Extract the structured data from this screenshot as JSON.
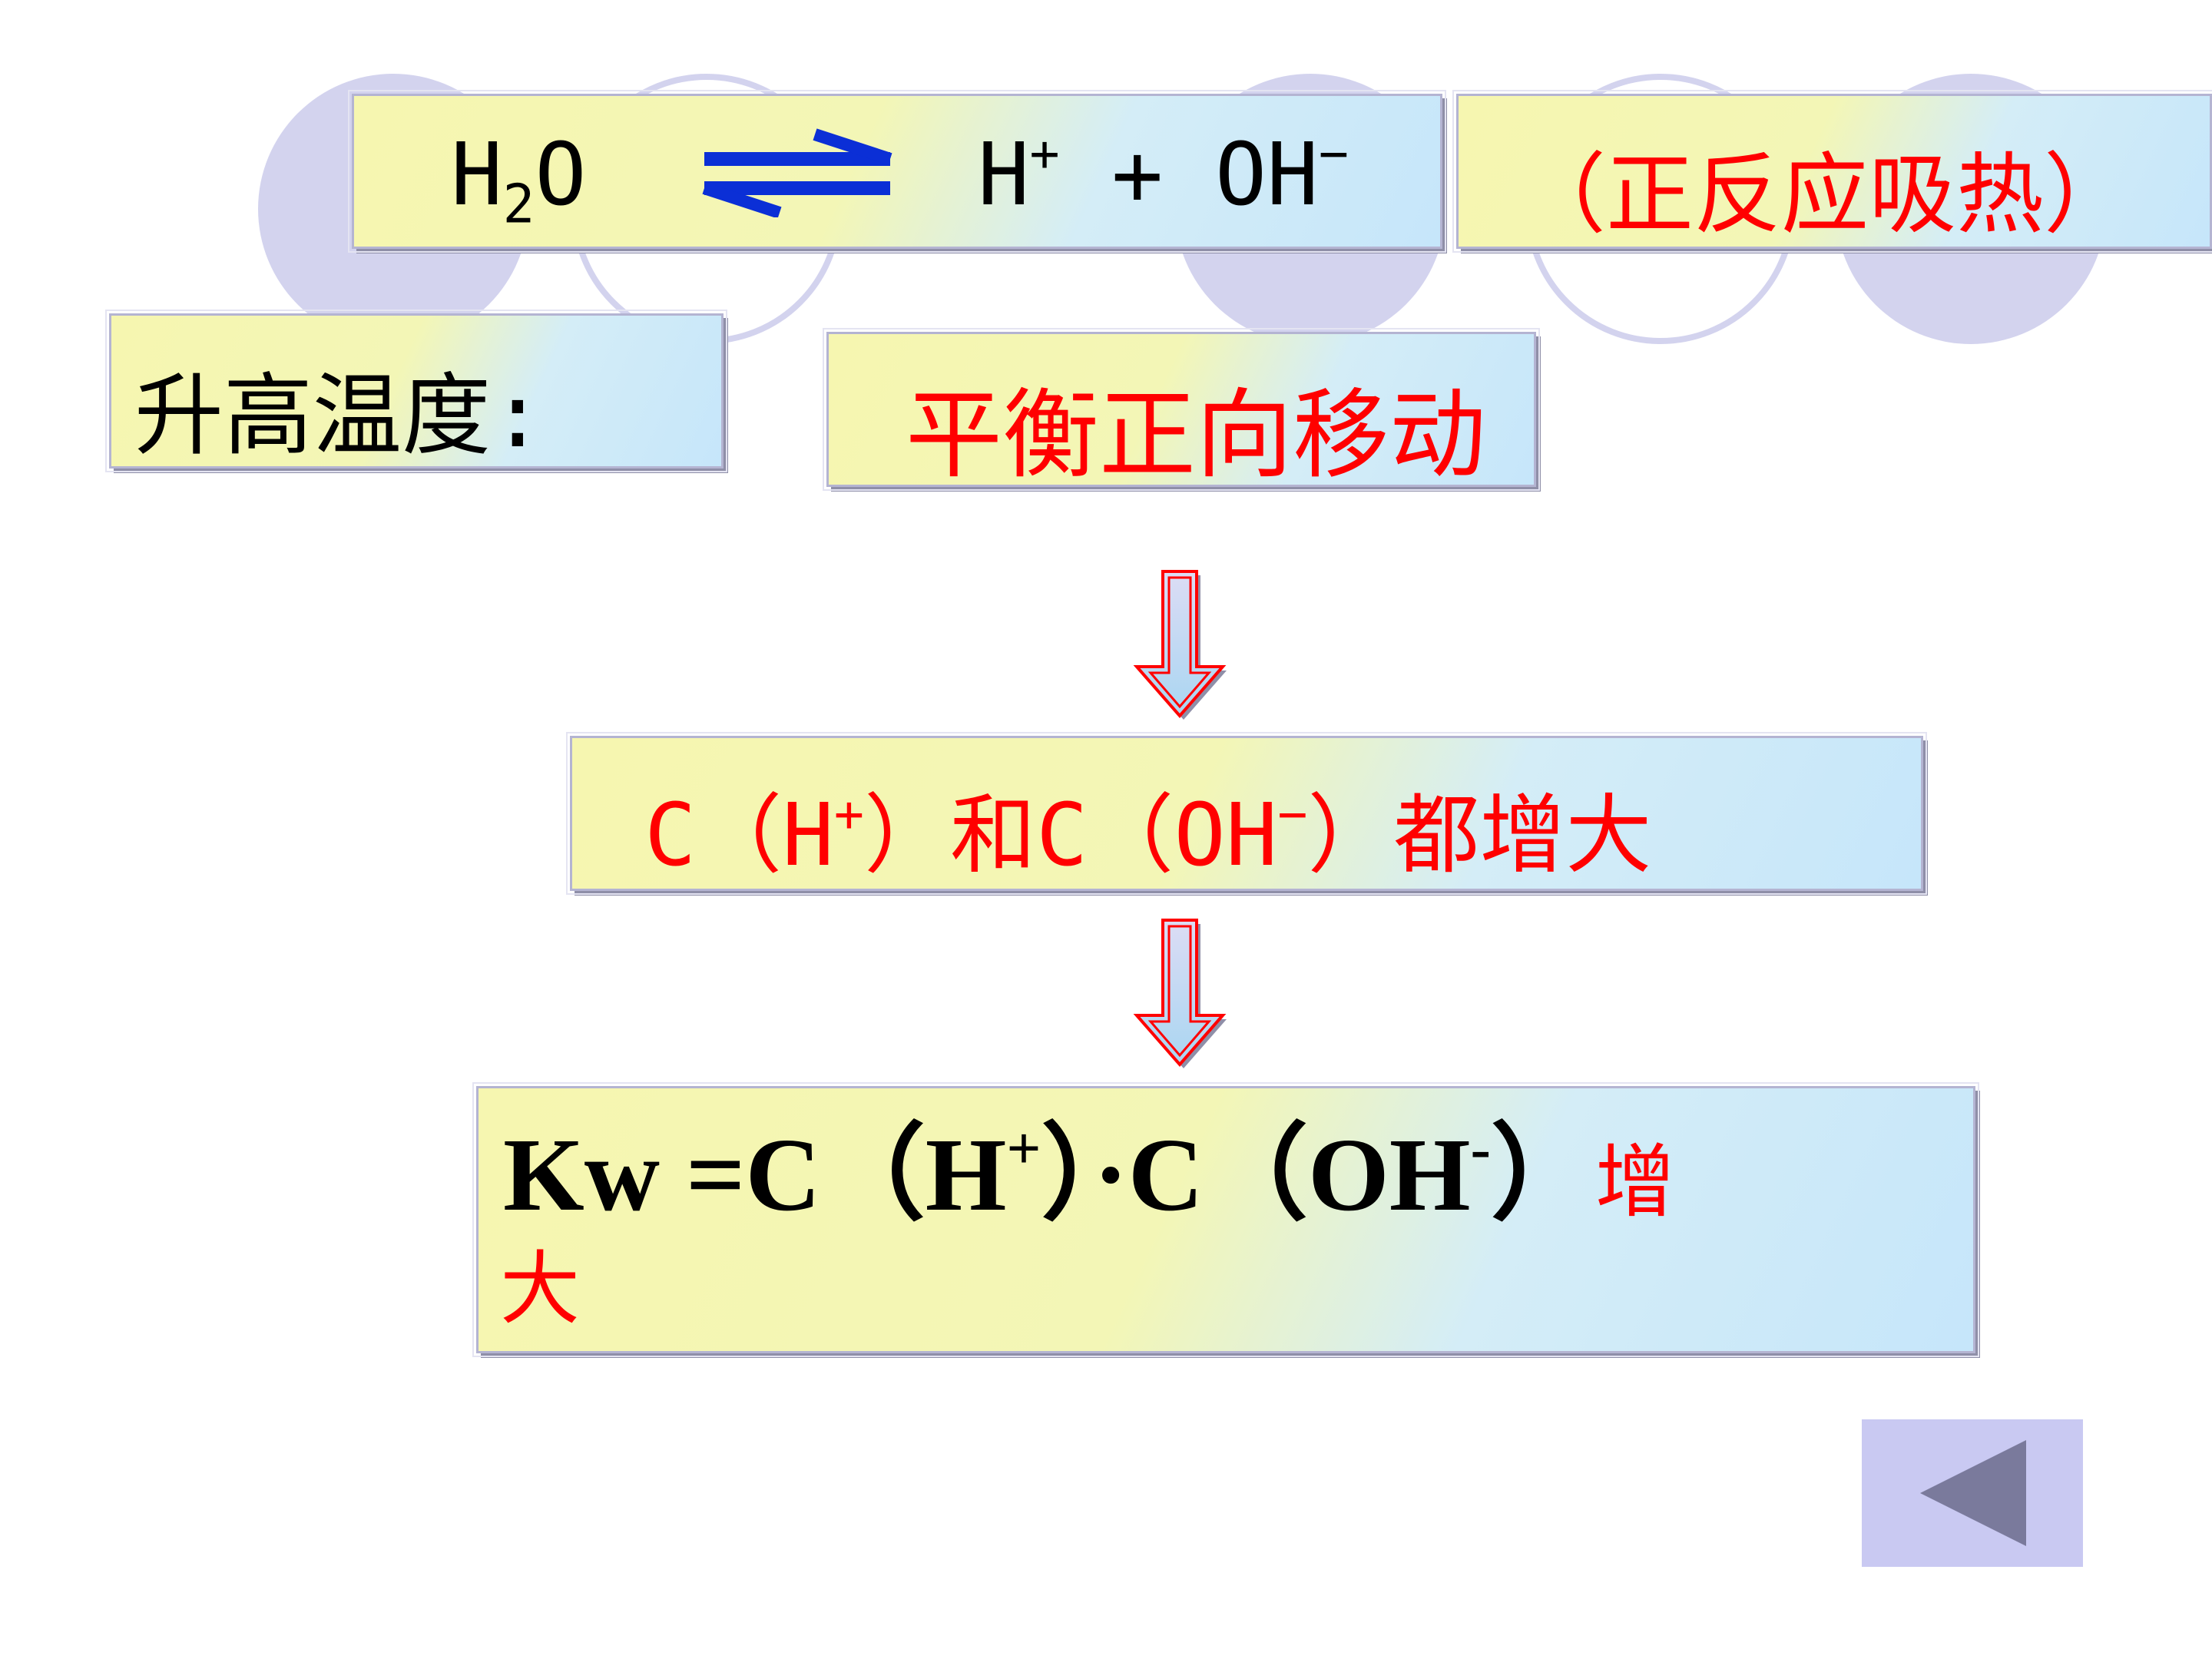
{
  "equation": {
    "reactant": "H",
    "reactant_subscript": "2",
    "reactant_tail": "O",
    "product_h": "H",
    "product_h_charge": "+",
    "plus_sign": "+",
    "product_oh": "OH",
    "product_oh_charge": "−"
  },
  "note": {
    "text": "（正反应吸热）"
  },
  "condition": {
    "label": "升高温度:"
  },
  "result_shift": {
    "text": "平衡正向移动"
  },
  "concentration": {
    "c1": "C（H",
    "c1_charge": "+",
    "c1_close": "）和C（OH",
    "c2_charge": "−",
    "c2_close": "）都增大"
  },
  "kw": {
    "prefix": "Kw =C（H",
    "h_charge": "+",
    "middle": "）·C（OH",
    "oh_charge": "-",
    "close": "）",
    "effect_part1": "增",
    "effect_part2": "大"
  },
  "colors": {
    "accent_red": "#ff0000",
    "equilibrium_arrow": "#0b2fd6",
    "deco_lavender": "#d3d3ee",
    "nav_button": "#c9c9f2",
    "nav_triangle": "#7a7a9c"
  },
  "icons": {
    "equilibrium": "equilibrium-arrows-icon",
    "down_arrow": "down-arrow-icon",
    "back": "back-triangle-icon"
  }
}
